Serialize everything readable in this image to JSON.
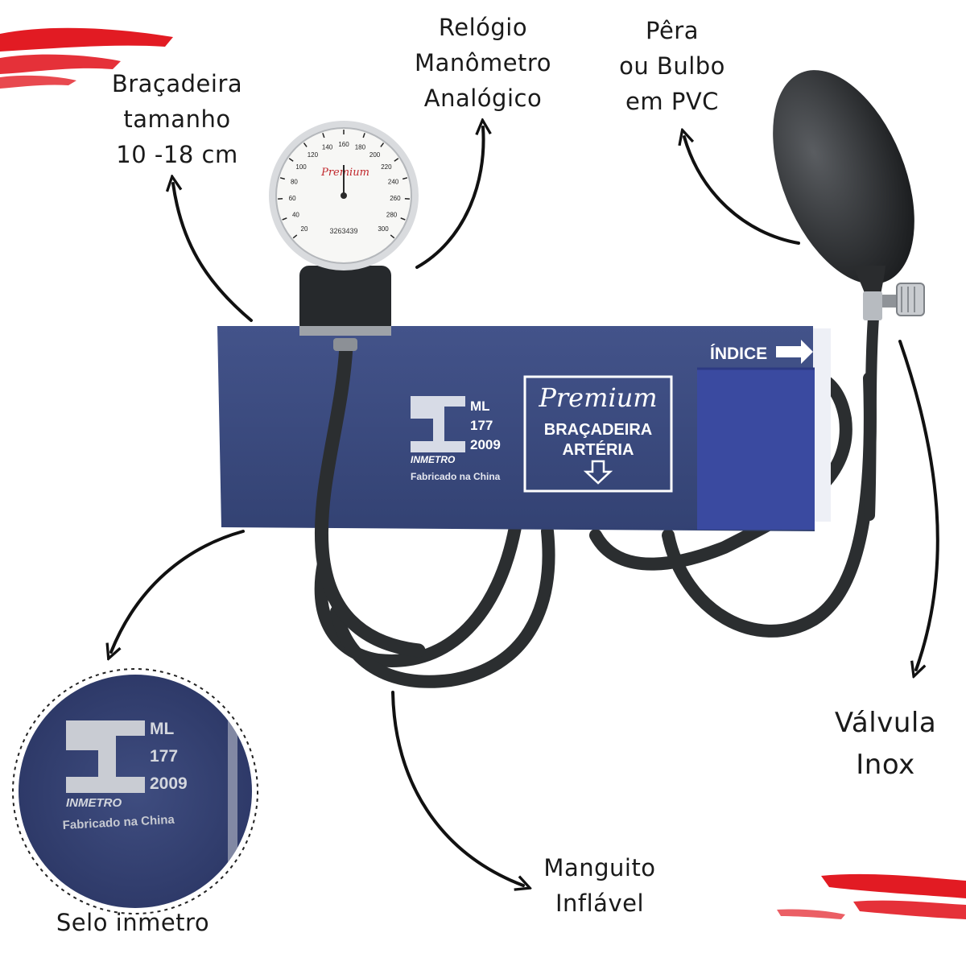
{
  "labels": {
    "bracadeira": [
      "Braçadeira",
      "tamanho",
      "10 -18 cm"
    ],
    "relogio": [
      "Relógio",
      "Manômetro",
      "Analógico"
    ],
    "pera": [
      "Pêra",
      "ou Bulbo",
      "em PVC"
    ],
    "valvula": [
      "Válvula",
      "Inox"
    ],
    "manguito": [
      "Manguito",
      "Inflável"
    ],
    "selo": "Selo inmetro"
  },
  "cuff": {
    "indice": "ÍNDICE",
    "brand": "Premium",
    "line1": "BRAÇADEIRA",
    "line2": "ARTÉRIA",
    "seal_code": [
      "ML",
      "177",
      "2009"
    ],
    "seal_name": "INMETRO",
    "made_in": "Fabricado na China"
  },
  "gauge": {
    "brand": "Premium",
    "serial": "3263439",
    "scale": [
      "20",
      "40",
      "60",
      "80",
      "100",
      "120",
      "140",
      "160",
      "180",
      "200",
      "220",
      "240",
      "260",
      "280",
      "300"
    ]
  },
  "zoom": {
    "seal_code": [
      "ML",
      "177",
      "2009"
    ],
    "seal_name": "INMETRO",
    "made_in": "Fabricado na China"
  },
  "colors": {
    "cuff": "#3b4a7f",
    "accent": "#e21b23",
    "tube": "#2b2e30"
  }
}
